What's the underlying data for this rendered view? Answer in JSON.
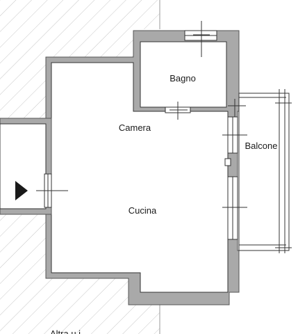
{
  "rooms": {
    "bagno": "Bagno",
    "camera": "Camera",
    "balcone": "Balcone",
    "cucina": "Cucina"
  },
  "note": "Altra u.i.",
  "colors": {
    "wall": "#a9a9a9",
    "line": "#333333",
    "hatch": "#c8c8c8",
    "background": "#ffffff"
  },
  "icons": {
    "entrance": "entrance-arrow-icon"
  }
}
